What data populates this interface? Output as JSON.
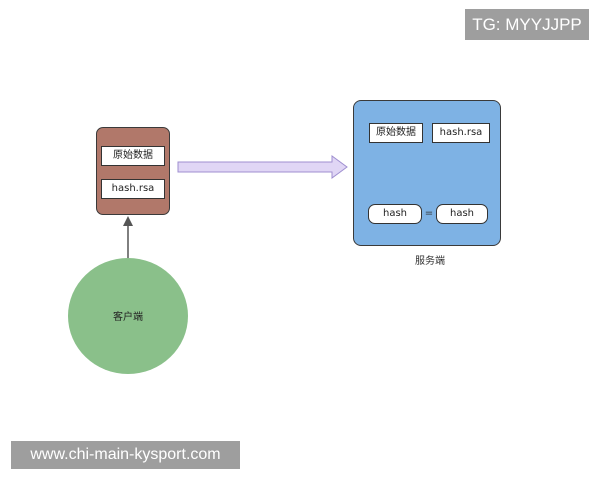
{
  "watermarks": {
    "tg": "TG: MYYJJPP",
    "url": "www.chi-main-kysport.com"
  },
  "client_package": {
    "data_label": "原始数据",
    "signature_label": "hash.rsa"
  },
  "server": {
    "data_label": "原始数据",
    "signature_label": "hash.rsa",
    "hash_left": "hash",
    "equals": "=",
    "hash_right": "hash",
    "caption": "服务端"
  },
  "client": {
    "caption": "客户端"
  },
  "colors": {
    "client_package_fill": "#b1786a",
    "server_fill": "#7eb2e4",
    "client_fill": "#8ac08a",
    "transfer_arrow_fill": "#e0d6f5",
    "watermark_bg": "#9e9e9e"
  }
}
